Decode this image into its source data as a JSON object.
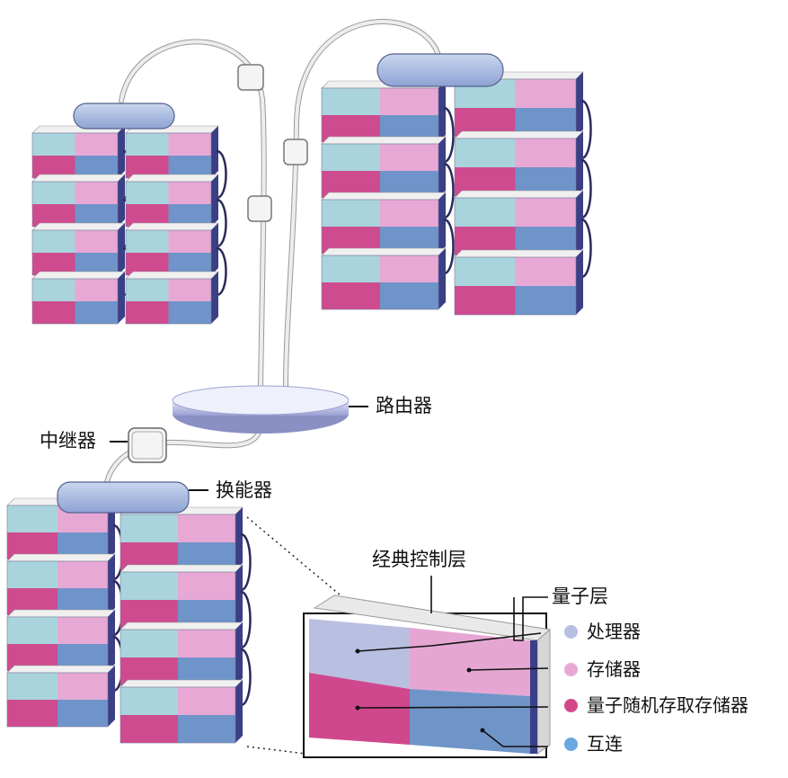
{
  "labels": {
    "router": "路由器",
    "repeater": "中继器",
    "transducer": "换能器",
    "classical_control_layer": "经典控制层",
    "quantum_layer": "量子层"
  },
  "legend": [
    {
      "name": "processor",
      "label": "处理器",
      "color": "#b7bfe3"
    },
    {
      "name": "memory",
      "label": "存储器",
      "color": "#e8a8d5"
    },
    {
      "name": "qram",
      "label": "量子随机存取存储器",
      "color": "#d4468a"
    },
    {
      "name": "interconnect",
      "label": "互连",
      "color": "#6aa6df"
    }
  ],
  "colors": {
    "cyan": "#a9d4dd",
    "pink": "#e7a8d6",
    "magenta": "#cf4b8f",
    "blue": "#6f94c9",
    "side": "#3a3f86",
    "cable": "#ececec",
    "box": "#f4f4f4"
  }
}
